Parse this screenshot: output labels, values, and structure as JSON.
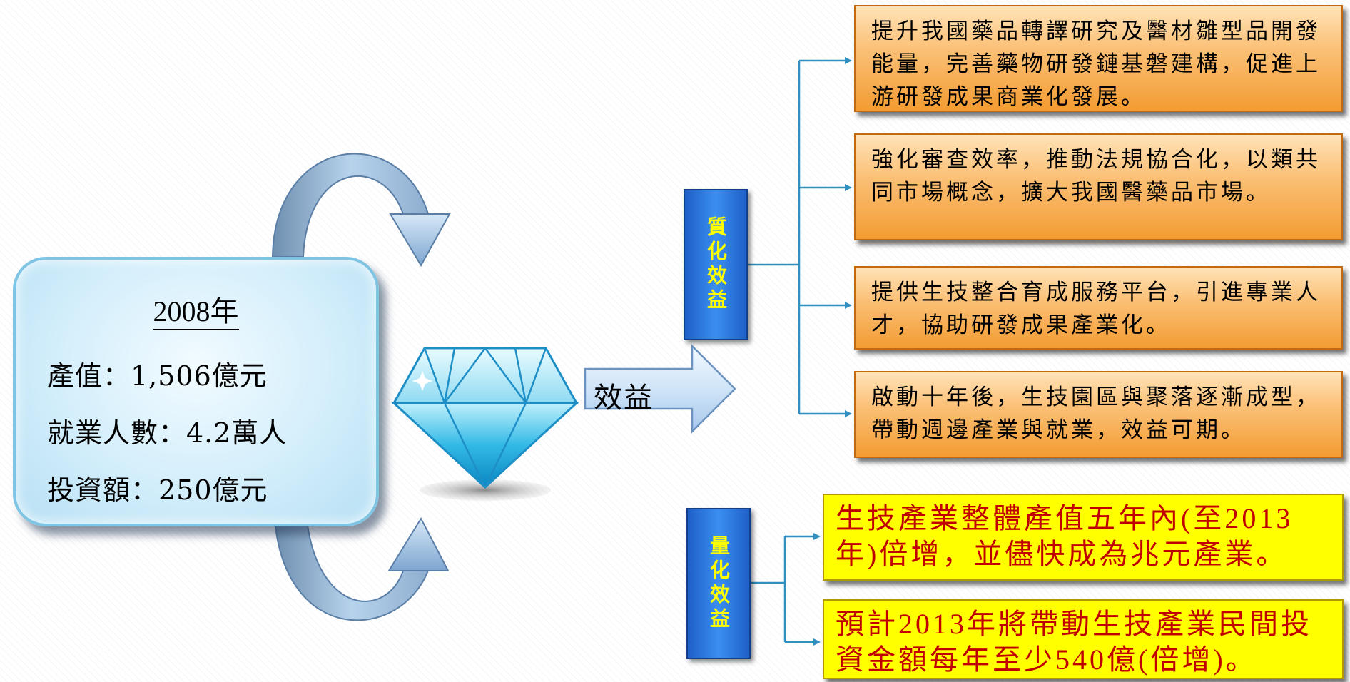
{
  "info": {
    "year": "2008年",
    "output_value": "產值：1,506億元",
    "employment": "就業人數：4.2萬人",
    "investment": "投資額：250億元"
  },
  "arrow_label": "效益",
  "qualitative": {
    "label": "質化效益",
    "items": [
      "提升我國藥品轉譯研究及醫材雛型品開發能量，完善藥物研發鏈基磐建構，促進上游研發成果商業化發展。",
      "強化審查效率，推動法規協合化，以類共同市場概念，擴大我國醫藥品市場。",
      "提供生技整合育成服務平台，引進專業人才，協助研發成果產業化。",
      "啟動十年後，生技園區與聚落逐漸成型，帶動週邊產業與就業，效益可期。"
    ]
  },
  "quantitative": {
    "label": "量化效益",
    "items": [
      "生技產業整體產值五年內(至2013年)倍增，並儘快成為兆元產業。",
      "預計2013年將帶動生技產業民間投資金額每年至少540億(倍增)。"
    ]
  },
  "colors": {
    "connector": "#2f8fc0",
    "label_bg": "#2f7de0",
    "label_text": "#ffff00",
    "orange_box": "#f5a84a",
    "yellow_box": "#ffff00",
    "yellow_text": "#c00000"
  }
}
